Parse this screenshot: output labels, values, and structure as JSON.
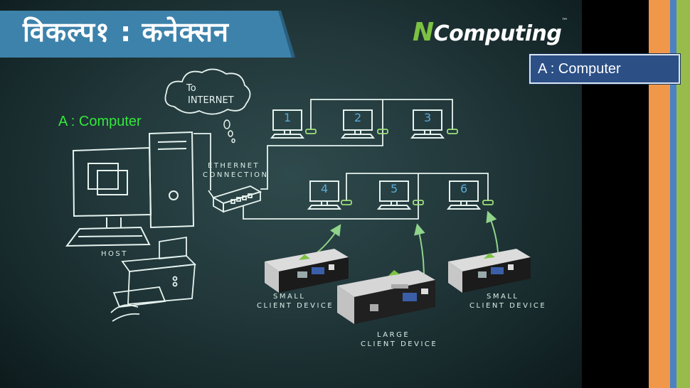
{
  "slide": {
    "title": "विकल्प१ : कनेक्सन",
    "logo": {
      "letter": "N",
      "rest": "Computing",
      "mark": "™"
    },
    "callout": "A : Computer",
    "host_label": "A : Computer"
  },
  "diagram": {
    "cloud_text": [
      "To",
      "INTERNET"
    ],
    "ethernet_label": [
      "ETHERNET",
      "CONNECTION"
    ],
    "host_caption": "HOST",
    "monitors": [
      "1",
      "2",
      "3",
      "4",
      "5",
      "6"
    ],
    "devices": [
      {
        "caption": [
          "SMALL",
          "CLIENT DEVICE"
        ]
      },
      {
        "caption": [
          "LARGE",
          "CLIENT DEVICE"
        ]
      },
      {
        "caption": [
          "SMALL",
          "CLIENT DEVICE"
        ]
      }
    ]
  },
  "colors": {
    "accent_orange": "#f0974a",
    "accent_blue": "#4a82c4",
    "accent_green": "#98bc4c",
    "chalk": "#d9ede8",
    "host_label": "#33e83a",
    "callout_bg": "#2c4f86"
  }
}
